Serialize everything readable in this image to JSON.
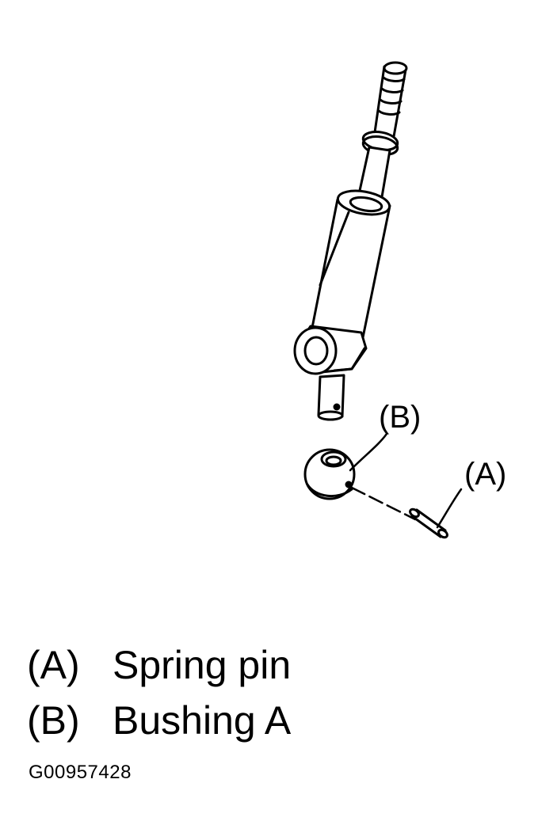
{
  "callouts": {
    "a": "(A)",
    "b": "(B)"
  },
  "legend": [
    {
      "key": "(A)",
      "text": "Spring pin"
    },
    {
      "key": "(B)",
      "text": "Bushing A"
    }
  ],
  "figure_id": "G00957428"
}
